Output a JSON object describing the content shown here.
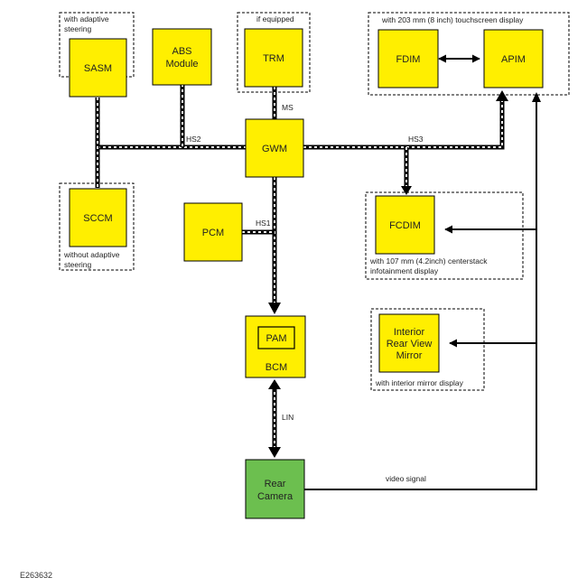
{
  "modules": {
    "sasm": "SASM",
    "abs_line1": "ABS",
    "abs_line2": "Module",
    "trm": "TRM",
    "fdim": "FDIM",
    "apim": "APIM",
    "gwm": "GWM",
    "sccm": "SCCM",
    "pcm": "PCM",
    "fcdim": "FCDIM",
    "mirror_line1": "Interior",
    "mirror_line2": "Rear View",
    "mirror_line3": "Mirror",
    "pam": "PAM",
    "bcm": "BCM",
    "camera_line1": "Rear",
    "camera_line2": "Camera"
  },
  "notes": {
    "sasm_line1": "with adaptive",
    "sasm_line2": "steering",
    "trm": "if equipped",
    "apim": "with 203 mm (8 inch) touchscreen display",
    "sccm_line1": "without adaptive",
    "sccm_line2": "steering",
    "fcdim_line1": "with 107 mm (4.2inch) centerstack",
    "fcdim_line2": "infotainment display",
    "mirror": "with interior mirror  display"
  },
  "buses": {
    "ms": "MS",
    "hs2": "HS2",
    "hs3": "HS3",
    "hs1": "HS1",
    "lin": "LIN",
    "video": "video signal"
  },
  "figure_id": "E263632",
  "colors": {
    "module_fill": "#ffef00",
    "camera_fill": "#6cbf4f",
    "line": "#000000"
  }
}
